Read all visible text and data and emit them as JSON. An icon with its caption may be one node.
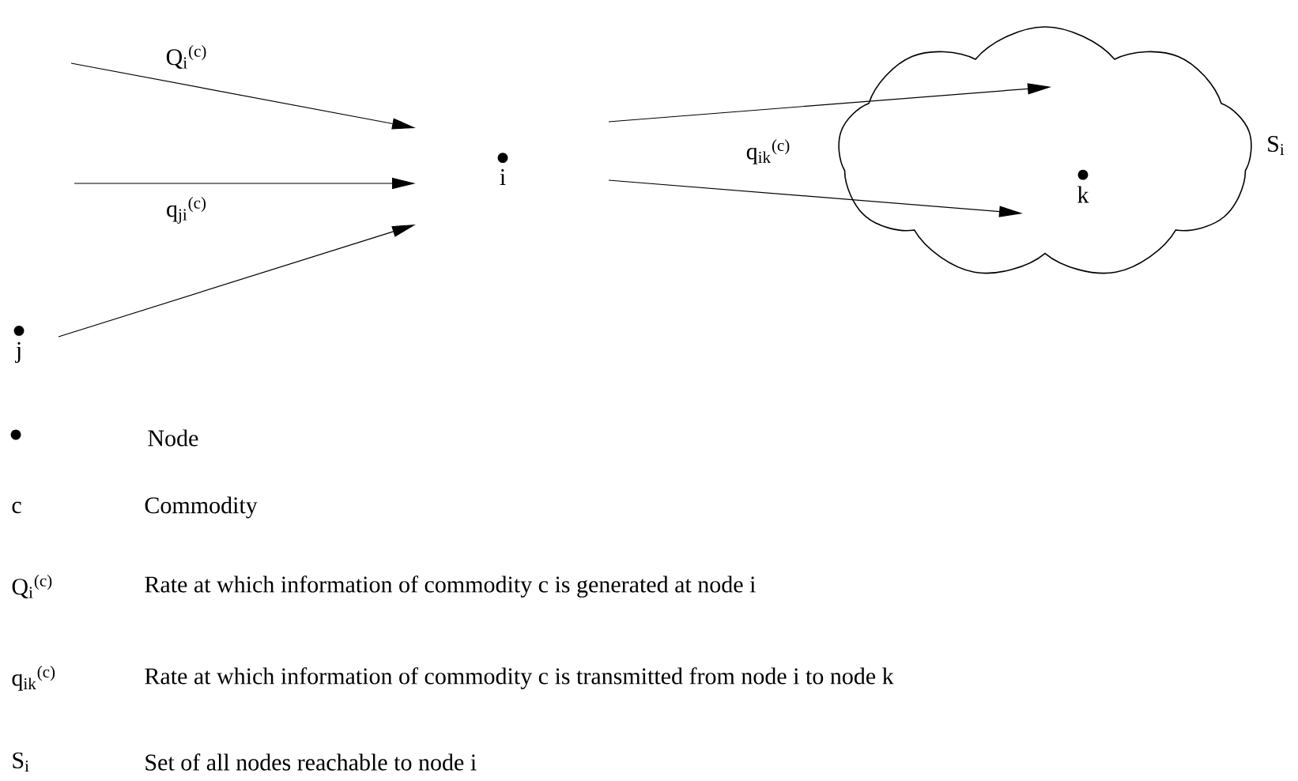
{
  "diagram": {
    "nodes": [
      {
        "text": [
          "i"
        ]
      },
      {
        "text": [
          "j"
        ]
      },
      {
        "text": [
          "S$_{i}$"
        ]
      },
      {
        "text": [
          "k"
        ],
        "in": 2
      }
    ],
    "edges": [
      {
        "from": null,
        "to": 0,
        "arrow": "to",
        "label": "Q$_{i}$$^{(c)}$"
      },
      {
        "from": null,
        "to": 0,
        "arrow": "to",
        "label": "q$_{ji}$$^{(c)}$"
      },
      {
        "from": 1,
        "to": 0,
        "arrow": "to"
      },
      {
        "from": 0,
        "to": 2,
        "arrow": "to"
      },
      {
        "from": 0,
        "to": 3,
        "arrow": "to",
        "label": "q$_{ik}$$^{(c)}$"
      }
    ],
    "labels": [
      "c",
      "Commodity",
      "Q$_{i}$$^{(c)}$",
      "Rate at which information of commodity c is generated at node i",
      "q$_{ik}$$^{(c)}$",
      "Rate at which information of commodity c is transmitted from node i to node k",
      "S$_{i}$",
      "Set of all nodes reachable to node i"
    ],
    "legend": [
      {
        "text": "Node"
      }
    ]
  }
}
